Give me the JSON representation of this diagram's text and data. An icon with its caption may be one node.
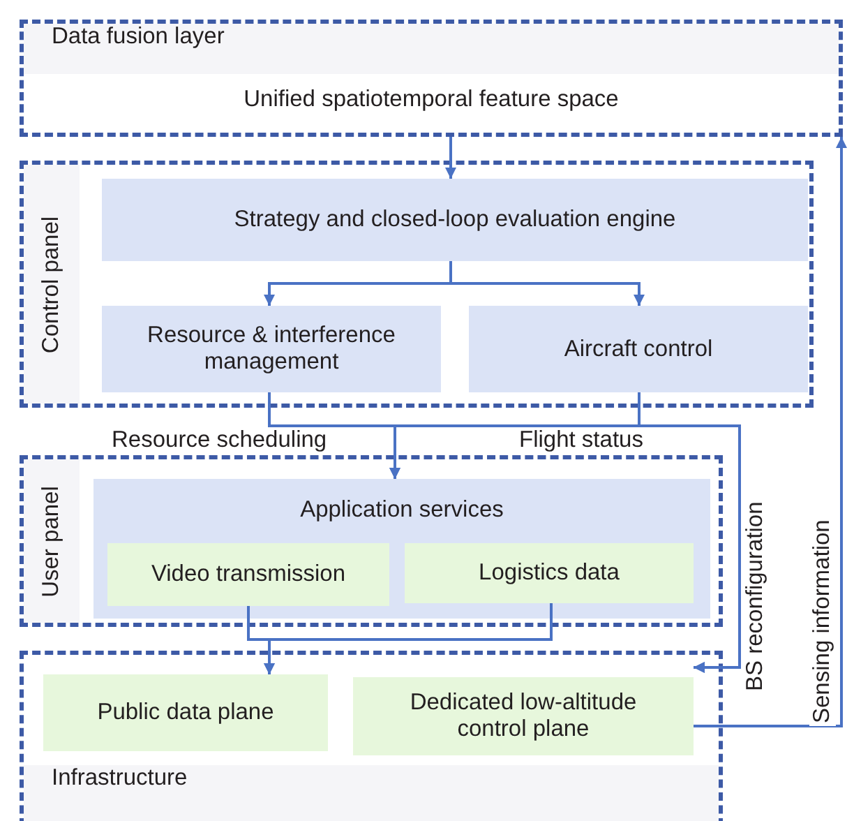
{
  "diagram": {
    "nodes": [
      {
        "text": [
          "Data fusion layer",
          "Unified spatiotemporal feature space"
        ]
      },
      {
        "text": [
          "Control panel"
        ]
      },
      {
        "text": [
          "Strategy and closed-loop evaluation engine"
        ],
        "in": 1
      },
      {
        "text": [
          "Resource & interference management"
        ],
        "in": 1
      },
      {
        "text": [
          "Aircraft control"
        ],
        "in": 1
      },
      {
        "text": [
          "User panel"
        ]
      },
      {
        "text": [
          "Application services"
        ],
        "in": 5
      },
      {
        "text": [
          "Video transmission"
        ],
        "in": 6
      },
      {
        "text": [
          "Logistics data"
        ],
        "in": 6
      },
      {
        "text": [
          "Infrastructure"
        ]
      },
      {
        "text": [
          "Public data plane"
        ],
        "in": 9
      },
      {
        "text": [
          "Dedicated low-altitude control plane"
        ],
        "in": 9
      }
    ],
    "edges": [
      {
        "from": 0,
        "to": 2,
        "arrow": "to"
      },
      {
        "from": 2,
        "to": 3,
        "arrow": "to"
      },
      {
        "from": 2,
        "to": 4,
        "arrow": "to"
      },
      {
        "from": 3,
        "to": 6,
        "arrow": "to",
        "label": "Resource scheduling"
      },
      {
        "from": 4,
        "to": 6,
        "arrow": "to",
        "label": "Flight status"
      },
      {
        "from": 3,
        "to": 11,
        "arrow": "to",
        "label": "BS reconfiguration"
      },
      {
        "from": 4,
        "to": 11,
        "arrow": "to"
      },
      {
        "from": 7,
        "to": 10,
        "arrow": "to"
      },
      {
        "from": 8,
        "to": 10,
        "arrow": "to"
      },
      {
        "from": 11,
        "to": 0,
        "arrow": "to",
        "label": "Sensing information"
      }
    ]
  }
}
